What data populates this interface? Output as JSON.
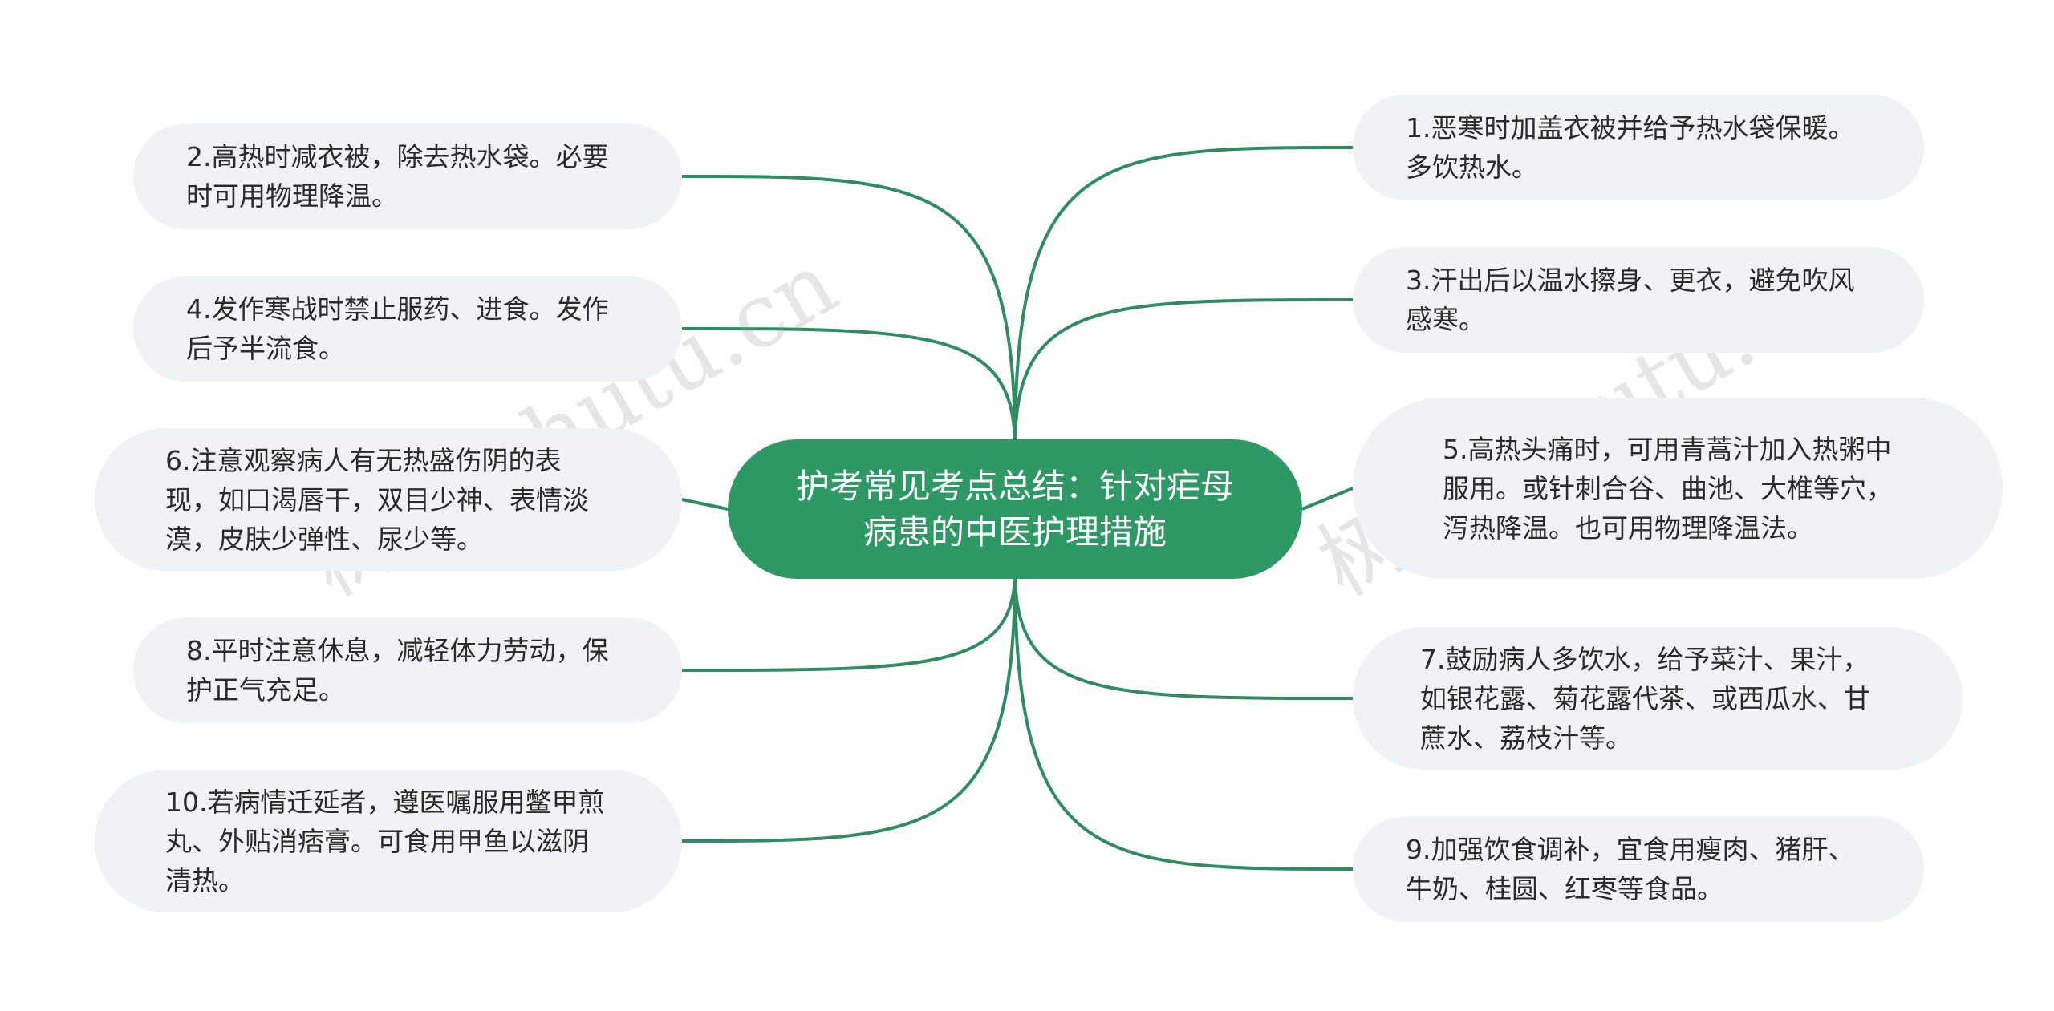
{
  "center": {
    "title": "护考常见考点总结：针对疟母病患的中医护理措施"
  },
  "nodes": [
    {
      "id": "n1",
      "text": "1.恶寒时加盖衣被并给予热水袋保暖。多饮热水。"
    },
    {
      "id": "n2",
      "text": "2.高热时减衣被，除去热水袋。必要时可用物理降温。"
    },
    {
      "id": "n3",
      "text": "3.汗出后以温水擦身、更衣，避免吹风感寒。"
    },
    {
      "id": "n4",
      "text": "4.发作寒战时禁止服药、进食。发作后予半流食。"
    },
    {
      "id": "n5",
      "text": "5.高热头痛时，可用青蒿汁加入热粥中服用。或针刺合谷、曲池、大椎等穴，泻热降温。也可用物理降温法。"
    },
    {
      "id": "n6",
      "text": "6.注意观察病人有无热盛伤阴的表现，如口渴唇干，双目少神、表情淡漠，皮肤少弹性、尿少等。"
    },
    {
      "id": "n7",
      "text": "7.鼓励病人多饮水，给予菜汁、果汁，如银花露、菊花露代茶、或西瓜水、甘蔗水、荔枝汁等。"
    },
    {
      "id": "n8",
      "text": "8.平时注意休息，减轻体力劳动，保护正气充足。"
    },
    {
      "id": "n9",
      "text": "9.加强饮食调补，宜食用瘦肉、猪肝、牛奶、桂圆、红枣等食品。"
    },
    {
      "id": "n10",
      "text": "10.若病情迁延者，遵医嘱服用鳖甲煎丸、外贴消痞膏。可食用甲鱼以滋阴清热。"
    }
  ],
  "watermarks": [
    "树图 shutu.cn",
    "树图 shutu.cn"
  ],
  "colors": {
    "branch": "#2e8b62",
    "center_fill": "#2e9964",
    "node_fill": "#f0f2f5"
  }
}
